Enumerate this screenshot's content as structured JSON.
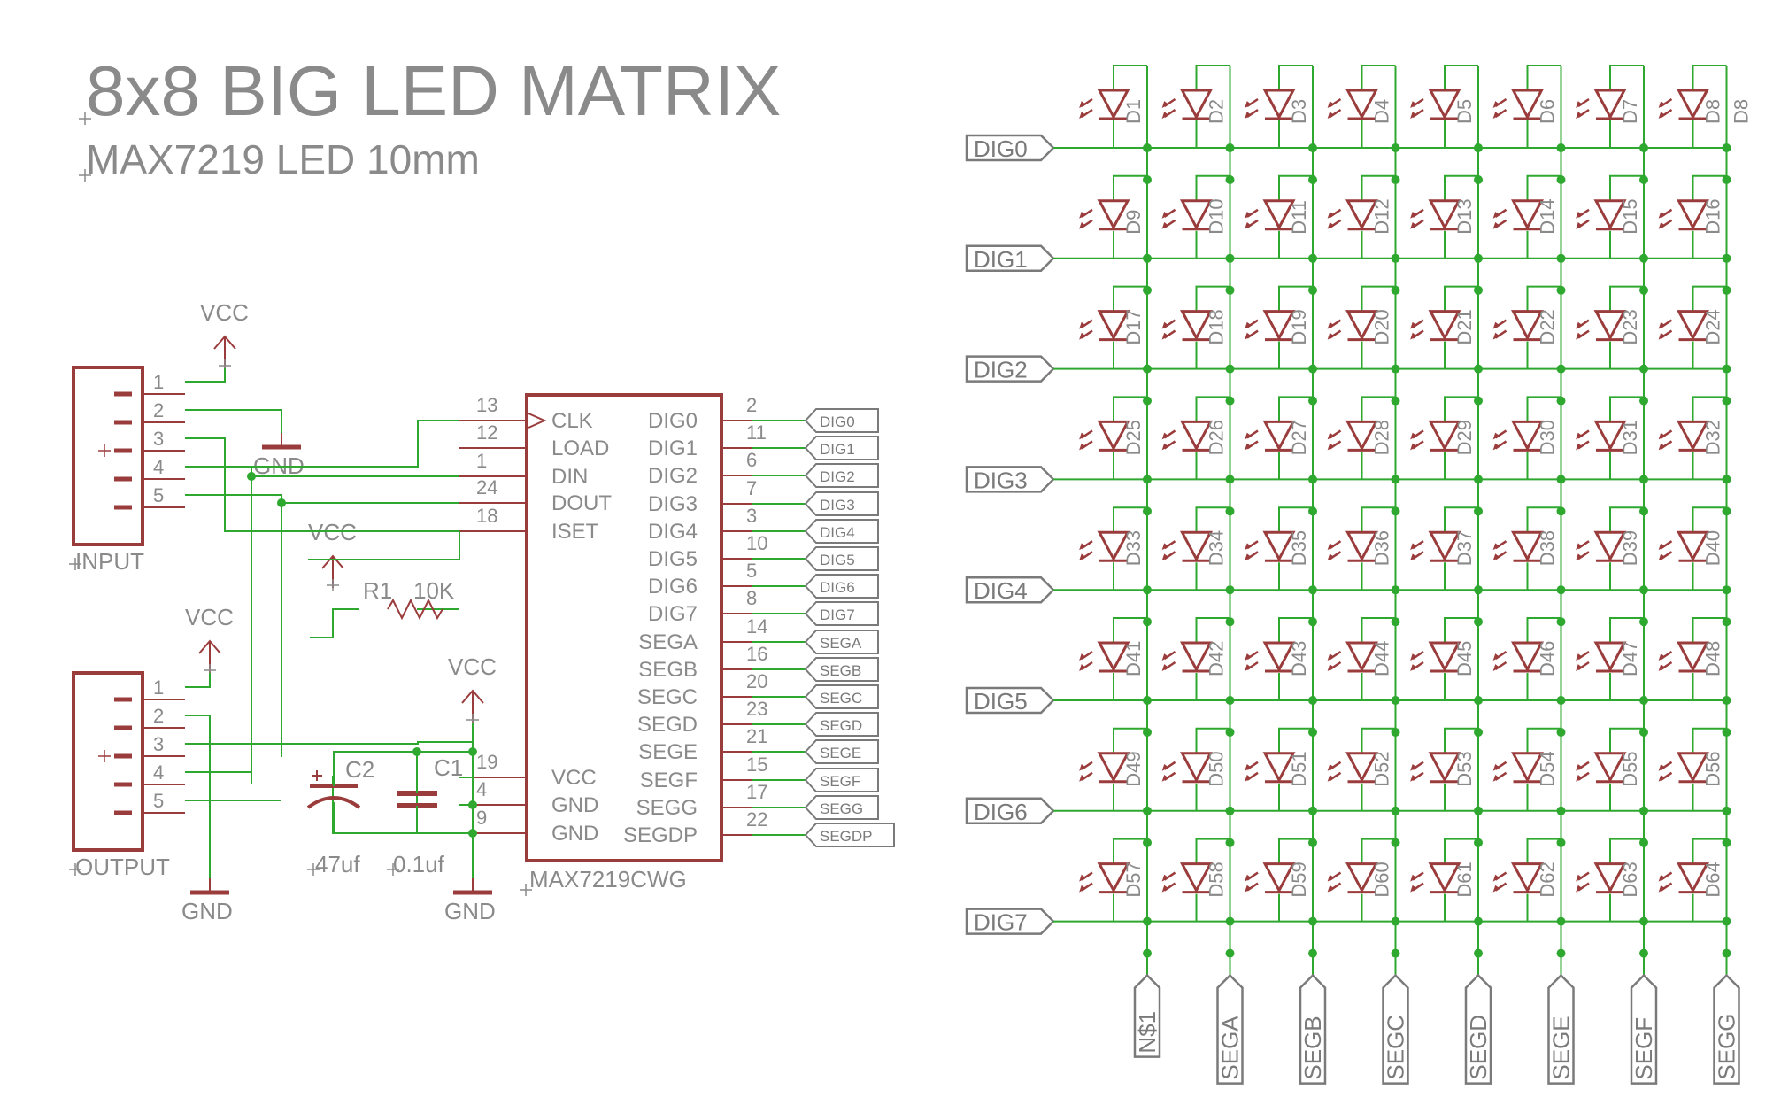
{
  "title": "8x8 BIG LED MATRIX",
  "subtitle": "MAX7219 LED 10mm",
  "colors": {
    "wire": "#2ea82e",
    "symbol": "#9b3c3c",
    "text": "#8a8a8a",
    "junction": "#2ea82e"
  },
  "ic": {
    "name": "MAX7219CWG",
    "left_pins": [
      {
        "num": "13",
        "label": "CLK"
      },
      {
        "num": "12",
        "label": "LOAD"
      },
      {
        "num": "1",
        "label": "DIN"
      },
      {
        "num": "24",
        "label": "DOUT"
      },
      {
        "num": "18",
        "label": "ISET"
      },
      {
        "num": "19",
        "label": "VCC"
      },
      {
        "num": "4",
        "label": "GND"
      },
      {
        "num": "9",
        "label": "GND"
      }
    ],
    "right_pins": [
      {
        "num": "2",
        "label": "DIG0",
        "port": "DIG0"
      },
      {
        "num": "11",
        "label": "DIG1",
        "port": "DIG1"
      },
      {
        "num": "6",
        "label": "DIG2",
        "port": "DIG2"
      },
      {
        "num": "7",
        "label": "DIG3",
        "port": "DIG3"
      },
      {
        "num": "3",
        "label": "DIG4",
        "port": "DIG4"
      },
      {
        "num": "10",
        "label": "DIG5",
        "port": "DIG5"
      },
      {
        "num": "5",
        "label": "DIG6",
        "port": "DIG6"
      },
      {
        "num": "8",
        "label": "DIG7",
        "port": "DIG7"
      },
      {
        "num": "14",
        "label": "SEGA",
        "port": "SEGA"
      },
      {
        "num": "16",
        "label": "SEGB",
        "port": "SEGB"
      },
      {
        "num": "20",
        "label": "SEGC",
        "port": "SEGC"
      },
      {
        "num": "23",
        "label": "SEGD",
        "port": "SEGD"
      },
      {
        "num": "21",
        "label": "SEGE",
        "port": "SEGE"
      },
      {
        "num": "15",
        "label": "SEGF",
        "port": "SEGF"
      },
      {
        "num": "17",
        "label": "SEGG",
        "port": "SEGG"
      },
      {
        "num": "22",
        "label": "SEGDP",
        "port": "SEGDP"
      }
    ]
  },
  "connectors": {
    "input": {
      "label": "INPUT",
      "pins": [
        "1",
        "2",
        "3",
        "4",
        "5"
      ]
    },
    "output": {
      "label": "OUTPUT",
      "pins": [
        "1",
        "2",
        "3",
        "4",
        "5"
      ]
    }
  },
  "power": {
    "vcc": "VCC",
    "gnd": "GND"
  },
  "resistor": {
    "name": "R1",
    "value": "10K"
  },
  "capacitors": [
    {
      "name": "C2",
      "value": "47uf"
    },
    {
      "name": "C1",
      "value": "0.1uf"
    }
  ],
  "matrix": {
    "row_ports": [
      "DIG0",
      "DIG1",
      "DIG2",
      "DIG3",
      "DIG4",
      "DIG5",
      "DIG6",
      "DIG7"
    ],
    "col_ports": [
      "N$1",
      "SEGA",
      "SEGB",
      "SEGC",
      "SEGD",
      "SEGE",
      "SEGF",
      "SEGG"
    ],
    "extra_label": "D8",
    "led_prefix": "D",
    "rows": 8,
    "cols": 8
  }
}
